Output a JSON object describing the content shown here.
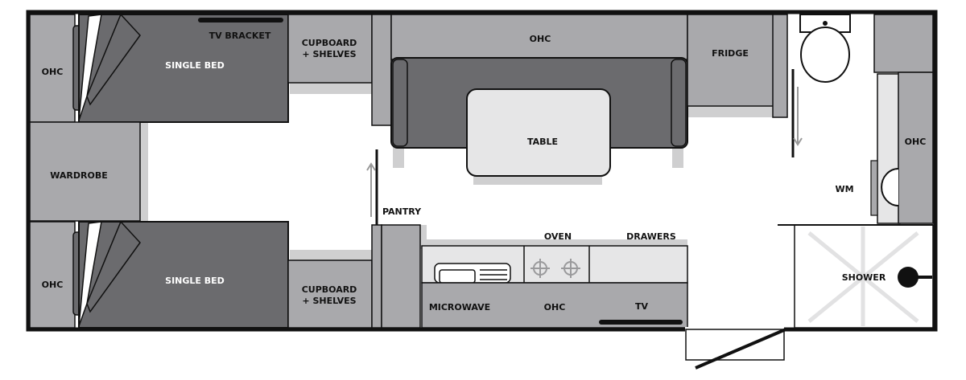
{
  "floorplan": {
    "colors": {
      "outline": "#111111",
      "dark_fill": "#6b6b6e",
      "mid_fill": "#a9a9ac",
      "light_fill": "#e6e6e7",
      "shadow": "#cfcfd0",
      "floor": "#ffffff"
    },
    "labels": {
      "ohc_left_top": "OHC",
      "single_bed_top": "SINGLE BED",
      "tv_bracket": "TV BRACKET",
      "cupboard_top_line1": "CUPBOARD",
      "cupboard_top_line2": "+ SHELVES",
      "ohc_top_center": "OHC",
      "fridge": "FRIDGE",
      "table": "TABLE",
      "wardrobe": "WARDROBE",
      "ohc_left_bottom": "OHC",
      "single_bed_bottom": "SINGLE BED",
      "cupboard_bottom_line1": "CUPBOARD",
      "cupboard_bottom_line2": "+ SHELVES",
      "pantry": "PANTRY",
      "oven": "OVEN",
      "drawers": "DRAWERS",
      "microwave": "MICROWAVE",
      "ohc_bottom_center": "OHC",
      "tv": "TV",
      "ohc_right": "OHC",
      "wm": "WM",
      "shower": "SHOWER"
    },
    "icons": [
      "toilet-icon",
      "cooktop-burner-icon",
      "sink-icon",
      "door-swing-arrow-icon",
      "shower-head-icon"
    ]
  }
}
